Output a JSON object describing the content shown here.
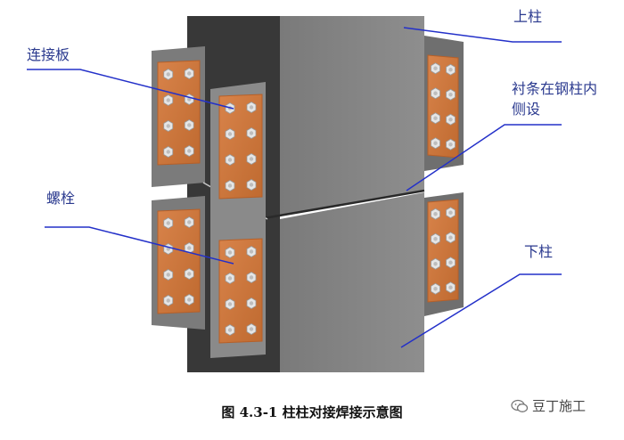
{
  "labels": {
    "upper_column": "上柱",
    "splice_plate": "连接板",
    "liner_line1": "衬条在钢柱内",
    "liner_line2": "侧设",
    "bolt": "螺栓",
    "lower_column": "下柱"
  },
  "caption": "图 4.3-1  柱柱对接焊接示意图",
  "watermark": "豆丁施工",
  "colors": {
    "plate": "#d07a3e",
    "plate_dark": "#b65f28",
    "column_face": "#808080",
    "column_side": "#3a3a3a",
    "gusset": "#7d7d7d",
    "bolt": "#e6e6e6",
    "leader": "#2330c9",
    "label": "#2b3a8f"
  }
}
